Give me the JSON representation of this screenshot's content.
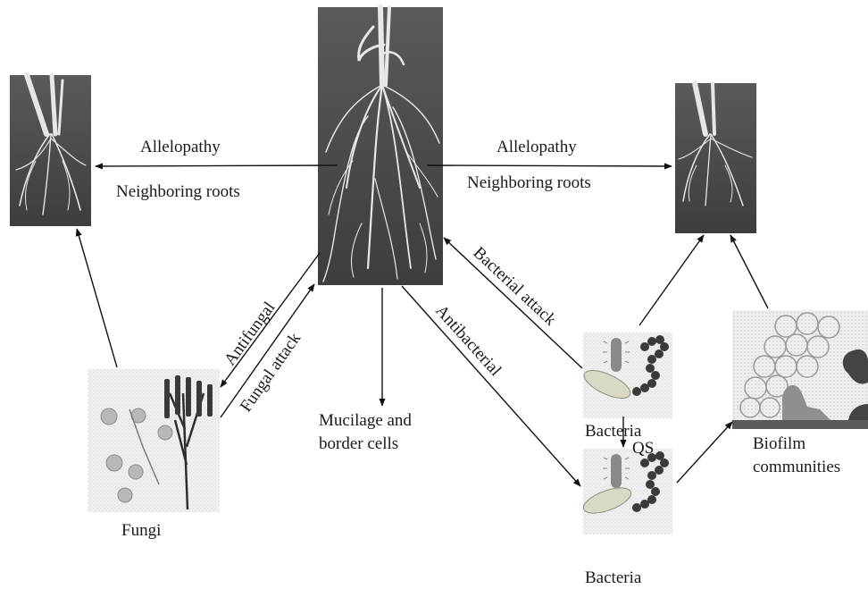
{
  "labels": {
    "allelopathy_left": "Allelopathy",
    "neighboring_left": "Neighboring roots",
    "allelopathy_right": "Allelopathy",
    "neighboring_right": "Neighboring roots",
    "antifungal": "Antifungal",
    "fungal_attack": "Fungal attack",
    "antibacterial": "Antibacterial",
    "bacterial_attack": "Bacterial attack",
    "mucilage_line1": "Mucilage and",
    "mucilage_line2": "border cells",
    "fungi": "Fungi",
    "bacteria_top": "Bacteria",
    "qs": "QS",
    "bacteria_bottom": "Bacteria",
    "biofilm_line1": "Biofilm",
    "biofilm_line2": "communities"
  },
  "images": {
    "central_root": "plant root system photograph",
    "left_root": "neighboring plant root photograph",
    "right_root": "neighboring plant root photograph",
    "fungi": "fungal spores and hyphae illustration",
    "bacteria_top": "bacteria illustration",
    "bacteria_bottom": "bacteria illustration",
    "biofilm": "biofilm communities illustration"
  }
}
